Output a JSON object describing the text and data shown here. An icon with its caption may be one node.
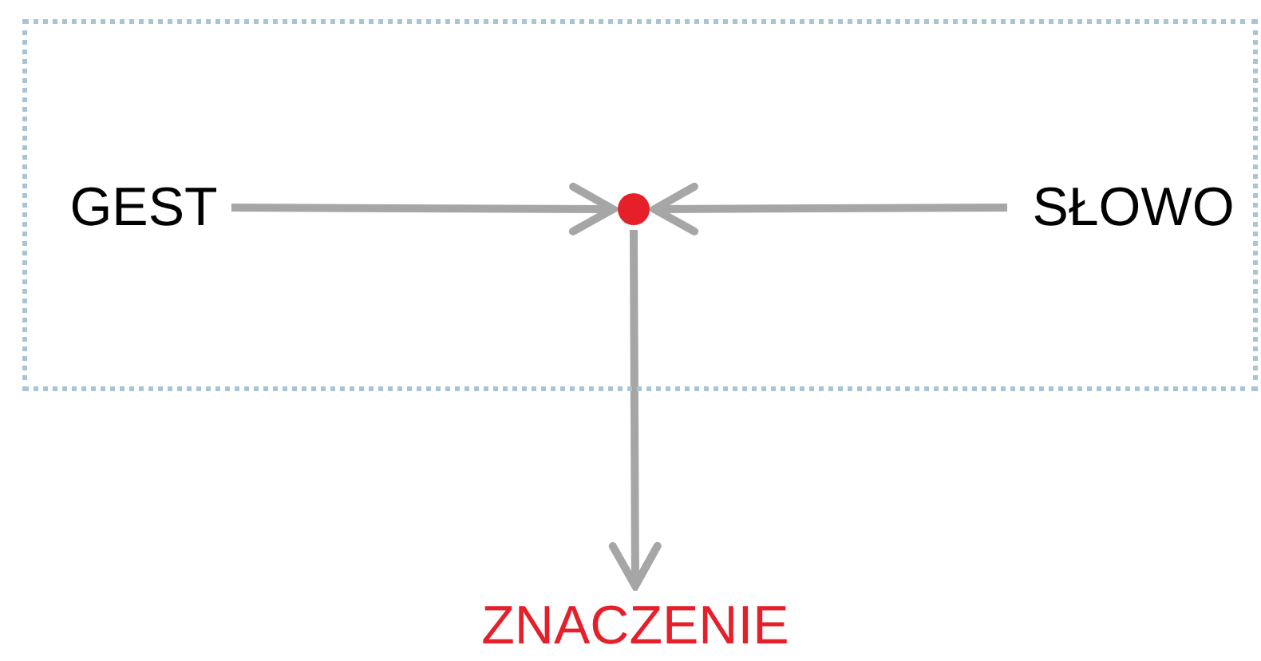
{
  "diagram": {
    "nodes": [
      {
        "text": [],
        "shape": "box"
      },
      {
        "text": [
          "GEST"
        ],
        "in": 0
      },
      {
        "text": [],
        "shape": "circle",
        "in": 0
      },
      {
        "text": [
          "SŁOWO"
        ],
        "in": 0
      },
      {
        "text": [
          "ZNACZENIE"
        ]
      }
    ],
    "edges": [
      {
        "from": 1,
        "to": 2,
        "arrow": "to"
      },
      {
        "from": 3,
        "to": 2,
        "arrow": "to"
      },
      {
        "from": 2,
        "to": 4,
        "arrow": "to"
      }
    ]
  }
}
